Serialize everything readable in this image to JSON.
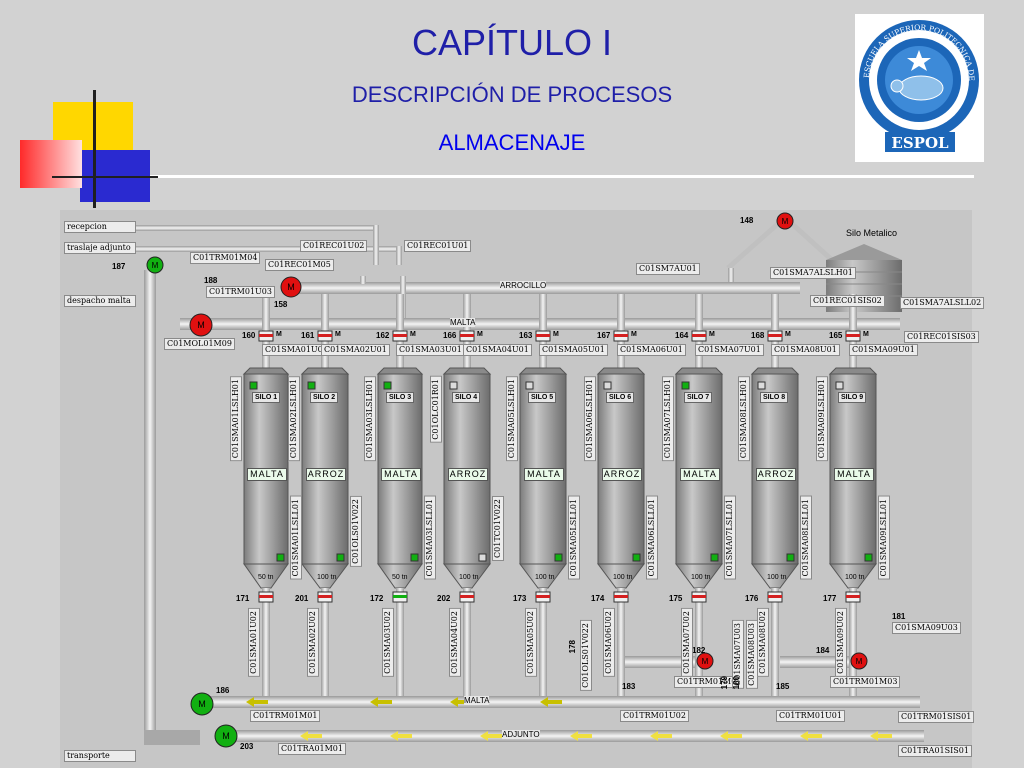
{
  "header": {
    "title": "CAPÍTULO I",
    "subtitle": "DESCRIPCIÓN DE PROCESOS",
    "section": "ALMACENAJE",
    "logo_text": "ESCUELA SUPERIOR POLITECNICA DEL LITORAL",
    "logo_name": "ESPOL"
  },
  "colors": {
    "title": "#1f1fa8",
    "section": "#0000ee",
    "motor_red": "#e01010",
    "motor_green": "#11b011",
    "valve_red": "#d42020",
    "arrow_yellow": "#f0e040"
  },
  "signs": {
    "recepcion": "recepcion",
    "traslaje": "traslaje adjunto",
    "despacho": "despacho malta",
    "transporte": "transporte"
  },
  "lines": {
    "arrocillo": "ARROCILLO",
    "malta_top": "MALTA",
    "malta_bottom": "MALTA",
    "adjunto": "ADJUNTO"
  },
  "silo_metalico": "Silo Metalico",
  "silos": [
    {
      "name": "SILO 1",
      "content": "MALTA",
      "cap": "50 tn",
      "top_num": "160",
      "top_tag": "C01SMA01U01",
      "level_left": "C01SMA01LSLH01",
      "level_right": "C01SMA01LSLL01",
      "bottom_num": "171",
      "bottom_tag": "C01SMA01U02"
    },
    {
      "name": "SILO 2",
      "content": "ARROZ",
      "cap": "100 tn",
      "top_num": "161",
      "top_tag": "C01SMA02U01",
      "level_left": "C01SMA02LSLH01",
      "level_right": "C01OLS01V022",
      "bottom_num": "201",
      "bottom_tag": "C01SMA02U02"
    },
    {
      "name": "SILO 3",
      "content": "MALTA",
      "cap": "50 tn",
      "top_num": "162",
      "top_tag": "C01SMA03U01",
      "level_left": "C01SMA03LSLH01",
      "level_right": "C01SMA03LSLL01",
      "bottom_num": "172",
      "bottom_tag": "C01SMA03U02"
    },
    {
      "name": "SILO 4",
      "content": "ARROZ",
      "cap": "100 tn",
      "top_num": "166",
      "top_tag": "C01SMA04U01",
      "level_left": "C01OLC01R01",
      "level_right": "C01TC01V022",
      "bottom_num": "202",
      "bottom_tag": "C01SMA04U02"
    },
    {
      "name": "SILO 5",
      "content": "MALTA",
      "cap": "100 tn",
      "top_num": "163",
      "top_tag": "C01SMA05U01",
      "level_left": "C01SMA05LSLH01",
      "level_right": "C01SMA05LSLL01",
      "bottom_num": "173",
      "bottom_tag": "C01SMA05U02"
    },
    {
      "name": "SILO 6",
      "content": "ARROZ",
      "cap": "100 tn",
      "top_num": "167",
      "top_tag": "C01SMA06U01",
      "level_left": "C01SMA06LSLH01",
      "level_right": "C01SMA06LSLL01",
      "bottom_num": "174",
      "bottom_tag": "C01SMA06U02"
    },
    {
      "name": "SILO 7",
      "content": "MALTA",
      "cap": "100 tn",
      "top_num": "164",
      "top_tag": "C01SMA07U01",
      "level_left": "C01SMA07LSLH01",
      "level_right": "C01SMA07LSLL01",
      "bottom_num": "175",
      "bottom_tag": "C01SMA07U02"
    },
    {
      "name": "SILO 8",
      "content": "ARROZ",
      "cap": "100 tn",
      "top_num": "168",
      "top_tag": "C01SMA08U01",
      "level_left": "C01SMA08LSLH01",
      "level_right": "C01SMA08LSLL01",
      "bottom_num": "176",
      "bottom_tag": "C01SMA08U02"
    },
    {
      "name": "SILO 9",
      "content": "MALTA",
      "cap": "100 tn",
      "top_num": "165",
      "top_tag": "C01SMA09U01",
      "level_left": "C01SMA09LSLH01",
      "level_right": "C01SMA09LSLL01",
      "bottom_num": "177",
      "bottom_tag": "C01SMA09U02"
    }
  ],
  "tags": {
    "c01rec01u02": "C01REC01U02",
    "c01rec01u01": "C01REC01U01",
    "c01rec01m05": "C01REC01M05",
    "c01trm01m04": "C01TRM01M04",
    "c01trm01u03": "C01TRM01U03",
    "c01mol01m09": "C01MOL01M09",
    "c01sm7au01": "C01SM7AU01",
    "c01sma7alslh": "C01SMA7ALSLH01",
    "c01rec01s02": "C01REC01SIS02",
    "c01sma7alsll": "C01SMA7ALSLL02",
    "c01rec01s03": "C01REC01SIS03",
    "c01trm01m01": "C01TRM01M01",
    "c01trm01u02": "C01TRM01U02",
    "c01trm01u01": "C01TRM01U01",
    "c01trm01s01": "C01TRM01SIS01",
    "c01tra01m01": "C01TRA01M01",
    "c01tra01s01": "C01TRA01SIS01",
    "c01trm01m02": "C01TRM01M02",
    "c01trm01m03": "C01TRM01M03",
    "c01sma09u03": "C01SMA09U03",
    "c01sol01v022": "C01OLS01V022",
    "c01sma07u03": "C01SMA07U03",
    "c01sma08u03": "C01SMA08U03"
  },
  "nums": {
    "n148": "148",
    "n187": "187",
    "n188": "188",
    "n158": "158",
    "n181": "181",
    "n182": "182",
    "n183": "183",
    "n184": "184",
    "n185": "185",
    "n186": "186",
    "n203": "203",
    "n178": "178",
    "n179": "179",
    "n180": "180",
    "m": "M"
  }
}
